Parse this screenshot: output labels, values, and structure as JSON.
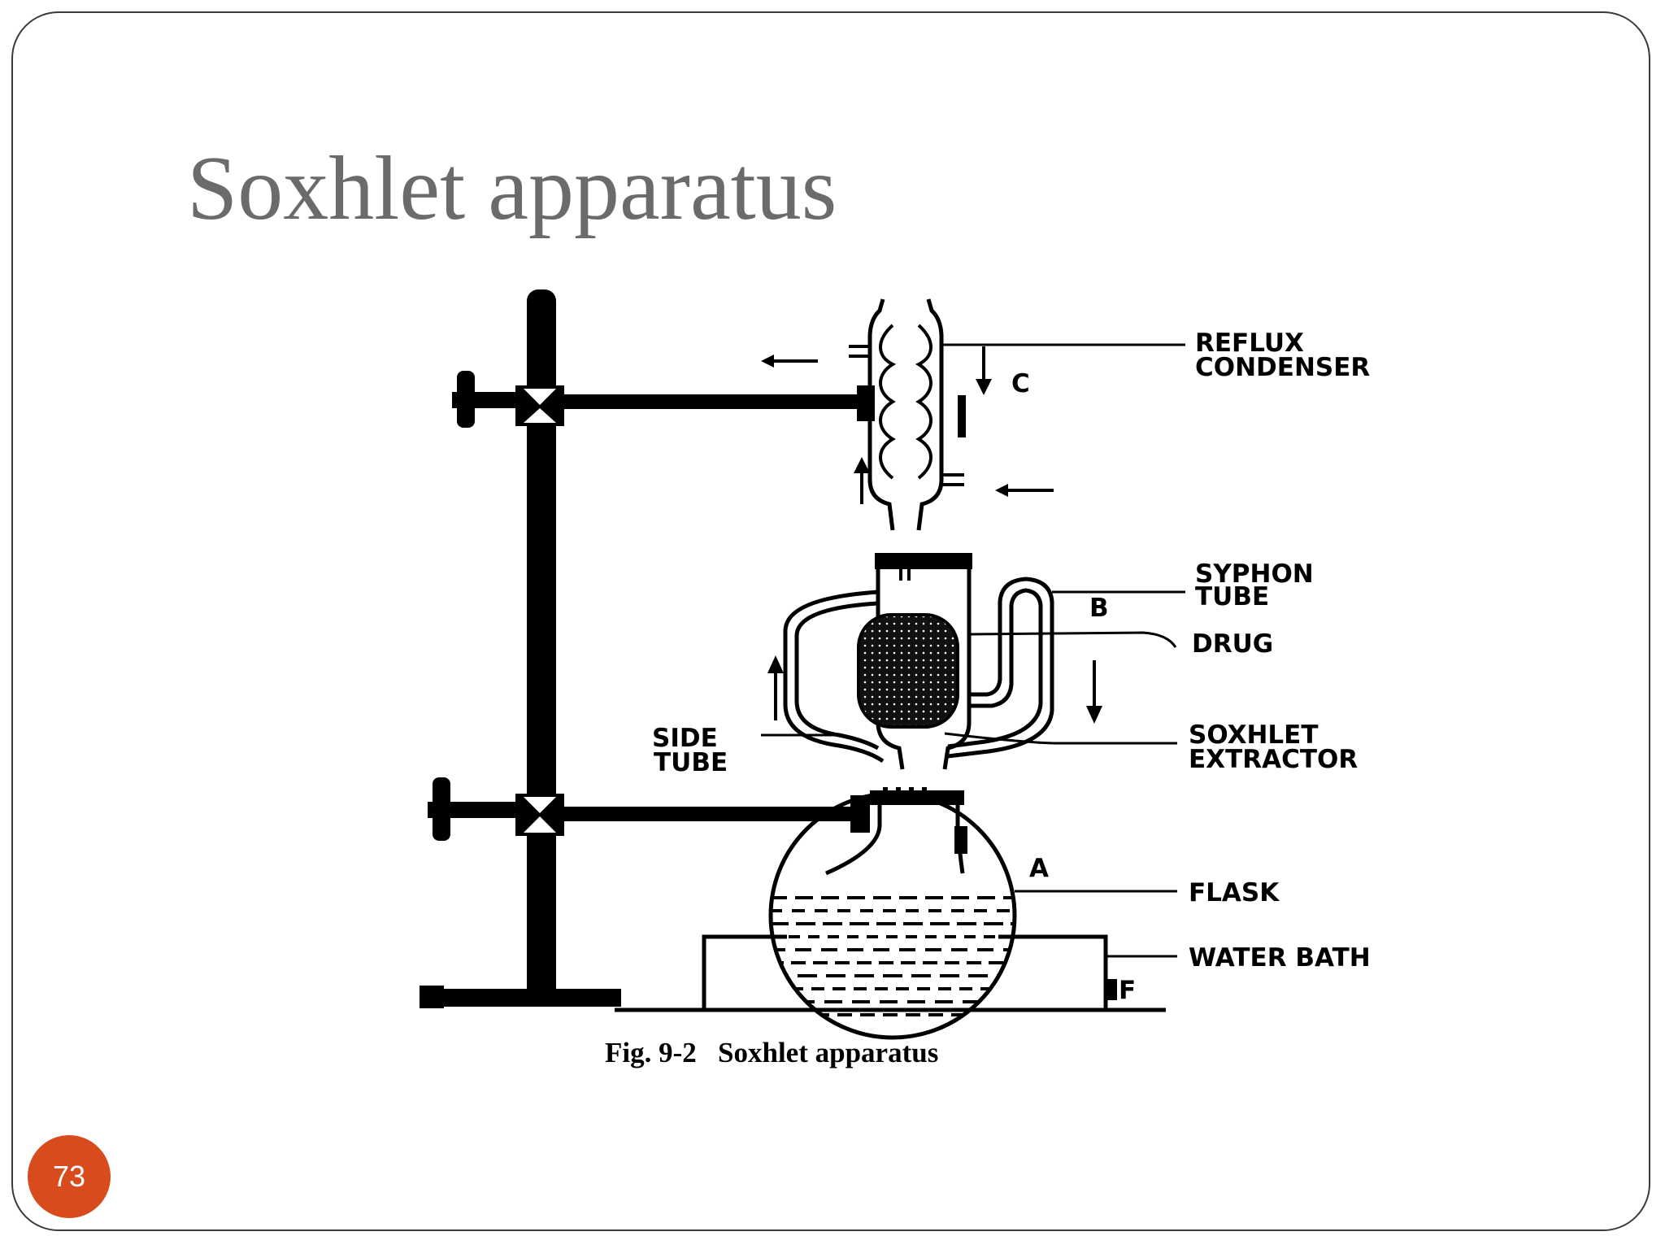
{
  "slide": {
    "title": "Soxhlet apparatus",
    "page_number": "73",
    "accent_color": "#d84b1c",
    "title_color": "#6b6b6b"
  },
  "diagram": {
    "labels": {
      "reflux_1": "REFLUX",
      "reflux_2": "CONDENSER",
      "c": "C",
      "syphon_1": "SYPHON",
      "syphon_2": "TUBE",
      "b": "B",
      "drug": "DRUG",
      "side_1": "SIDE",
      "side_2": "TUBE",
      "soxhlet_1": "SOXHLET",
      "soxhlet_2": "EXTRACTOR",
      "a": "A",
      "flask": "FLASK",
      "water_bath": "WATER BATH",
      "f": "F"
    },
    "caption": "Fig. 9-2   Soxhlet apparatus"
  }
}
